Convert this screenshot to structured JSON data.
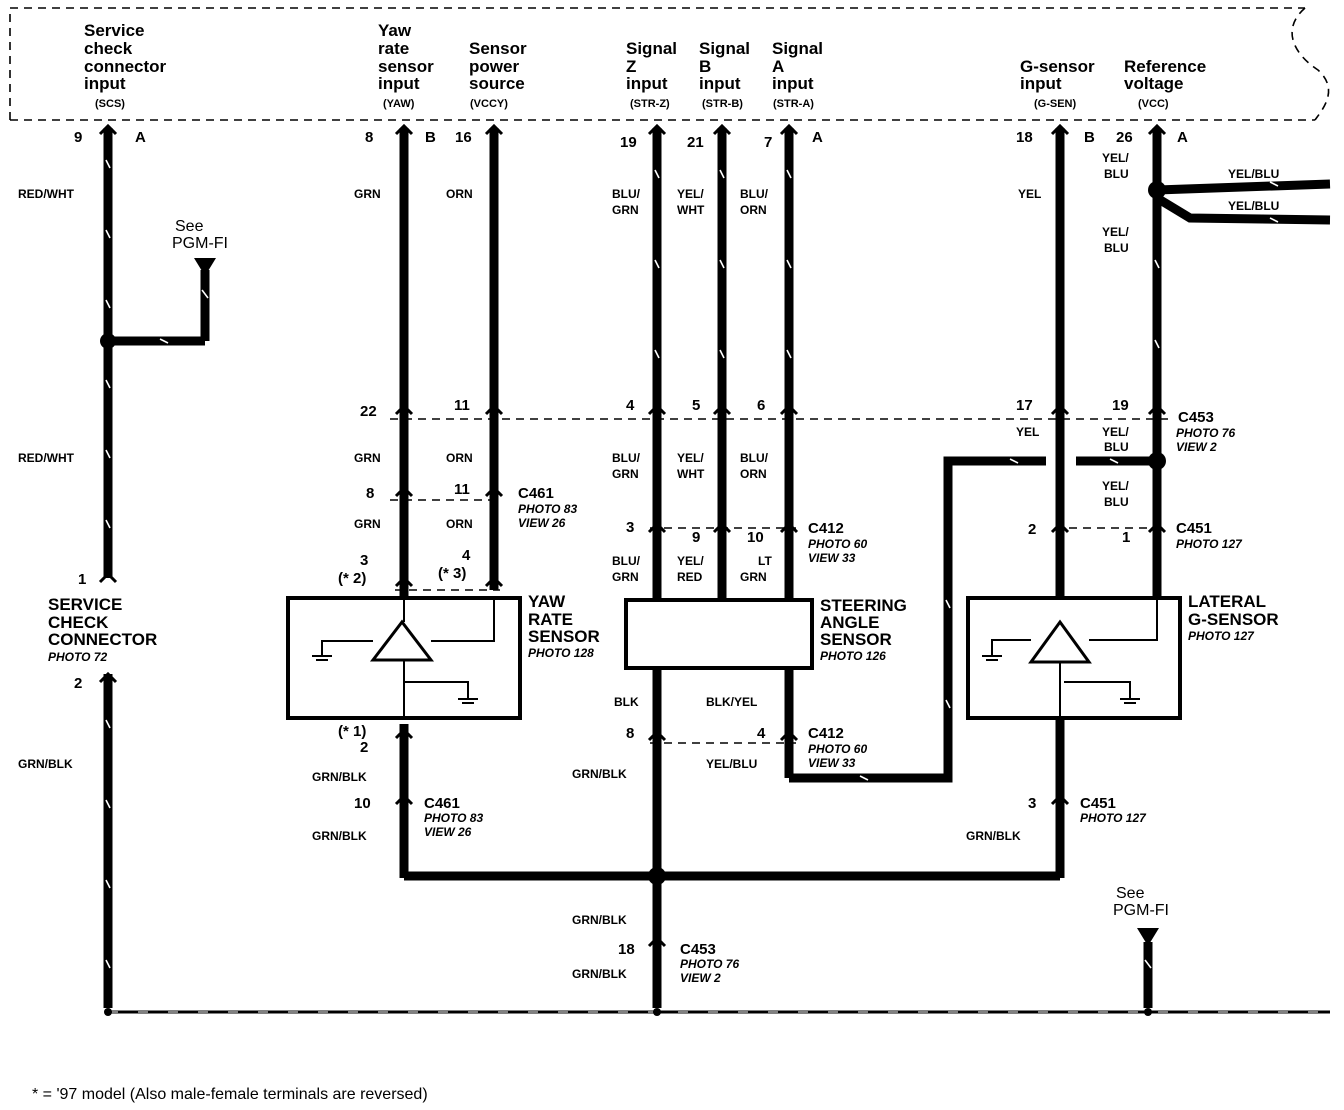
{
  "ecu_header": {
    "pins": [
      {
        "title": "Service check connector input",
        "lines": [
          "Service",
          "check",
          "connector",
          "input"
        ],
        "abbr": "(SCS)"
      },
      {
        "title": "Yaw rate sensor input",
        "lines": [
          "Yaw",
          "rate",
          "sensor",
          "input"
        ],
        "abbr": "(YAW)"
      },
      {
        "title": "Sensor power source",
        "lines": [
          "Sensor",
          "power",
          "source"
        ],
        "abbr": "(VCCY)"
      },
      {
        "title": "Signal Z input",
        "lines": [
          "Signal",
          "Z",
          "input"
        ],
        "abbr": "(STR-Z)"
      },
      {
        "title": "Signal B input",
        "lines": [
          "Signal",
          "B",
          "input"
        ],
        "abbr": "(STR-B)"
      },
      {
        "title": "Signal A input",
        "lines": [
          "Signal",
          "A",
          "input"
        ],
        "abbr": "(STR-A)"
      },
      {
        "title": "G-sensor input",
        "lines": [
          "G-sensor",
          "input"
        ],
        "abbr": "(G-SEN)"
      },
      {
        "title": "Reference voltage",
        "lines": [
          "Reference",
          "voltage"
        ],
        "abbr": "(VCC)"
      }
    ]
  },
  "top_pins": {
    "scs": "9",
    "yaw": "8",
    "vccy": "16",
    "strz": "19",
    "strb": "21",
    "stra": "7",
    "gsen": "18",
    "vcc": "26"
  },
  "connector_letters": {
    "a1": "A",
    "b1": "B",
    "a2": "A",
    "b2": "B",
    "a3": "A"
  },
  "wire_colors": {
    "red_wht": "RED/WHT",
    "grn": "GRN",
    "orn": "ORN",
    "blu_grn": [
      "BLU/",
      "GRN"
    ],
    "yel_wht": [
      "YEL/",
      "WHT"
    ],
    "blu_orn": [
      "BLU/",
      "ORN"
    ],
    "yel": "YEL",
    "yel_blu_stack": [
      "YEL/",
      "BLU"
    ],
    "yel_blu": "YEL/BLU",
    "grn_blk": "GRN/BLK",
    "blu_grn2": [
      "BLU/",
      "GRN"
    ],
    "yel_red": [
      "YEL/",
      "RED"
    ],
    "lt_grn": [
      "LT",
      "GRN"
    ],
    "blk": "BLK",
    "blk_yel": "BLK/YEL"
  },
  "pins": {
    "c453_22": "22",
    "c453_11": "11",
    "c453_4": "4",
    "c453_5": "5",
    "c453_6": "6",
    "c453_17": "17",
    "c453_19": "19",
    "c461_8": "8",
    "c461_11": "11",
    "c461_10": "10",
    "c461_2": "2",
    "yaw_3": "3",
    "yaw_4": "4",
    "yaw_star2": "(* 2)",
    "yaw_star3": "(* 3)",
    "yaw_star1": "(* 1)",
    "c412_3": "3",
    "c412_9": "9",
    "c412_10": "10",
    "c412_8": "8",
    "c412_4": "4",
    "c451_2": "2",
    "c451_1": "1",
    "c451_3": "3",
    "scc_1": "1",
    "scc_2": "2",
    "c453_18": "18"
  },
  "connectors": {
    "c453_a": {
      "name": "C453",
      "photo": "PHOTO 76",
      "view": "VIEW 2"
    },
    "c461_a": {
      "name": "C461",
      "photo": "PHOTO 83",
      "view": "VIEW 26"
    },
    "c412_a": {
      "name": "C412",
      "photo": "PHOTO 60",
      "view": "VIEW 33"
    },
    "c451_a": {
      "name": "C451",
      "photo": "PHOTO 127"
    },
    "c412_b": {
      "name": "C412",
      "photo": "PHOTO 60",
      "view": "VIEW 33"
    },
    "c461_b": {
      "name": "C461",
      "photo": "PHOTO 83",
      "view": "VIEW 26"
    },
    "c451_b": {
      "name": "C451",
      "photo": "PHOTO 127"
    },
    "c453_b": {
      "name": "C453",
      "photo": "PHOTO 76",
      "view": "VIEW 2"
    }
  },
  "components": {
    "service_check": {
      "lines": [
        "SERVICE",
        "CHECK",
        "CONNECTOR"
      ],
      "photo": "PHOTO 72"
    },
    "yaw_rate": {
      "lines": [
        "YAW",
        "RATE",
        "SENSOR"
      ],
      "photo": "PHOTO 128"
    },
    "steering": {
      "lines": [
        "STEERING",
        "ANGLE",
        "SENSOR"
      ],
      "photo": "PHOTO 126"
    },
    "lateral": {
      "lines": [
        "LATERAL",
        "G-SENSOR"
      ],
      "photo": "PHOTO 127"
    }
  },
  "see_refs": {
    "pgm_top": [
      "See",
      "PGM-FI"
    ],
    "pgm_bottom": [
      "See",
      "PGM-FI"
    ]
  },
  "footnote": "* = '97 model (Also male-female terminals are reversed)"
}
